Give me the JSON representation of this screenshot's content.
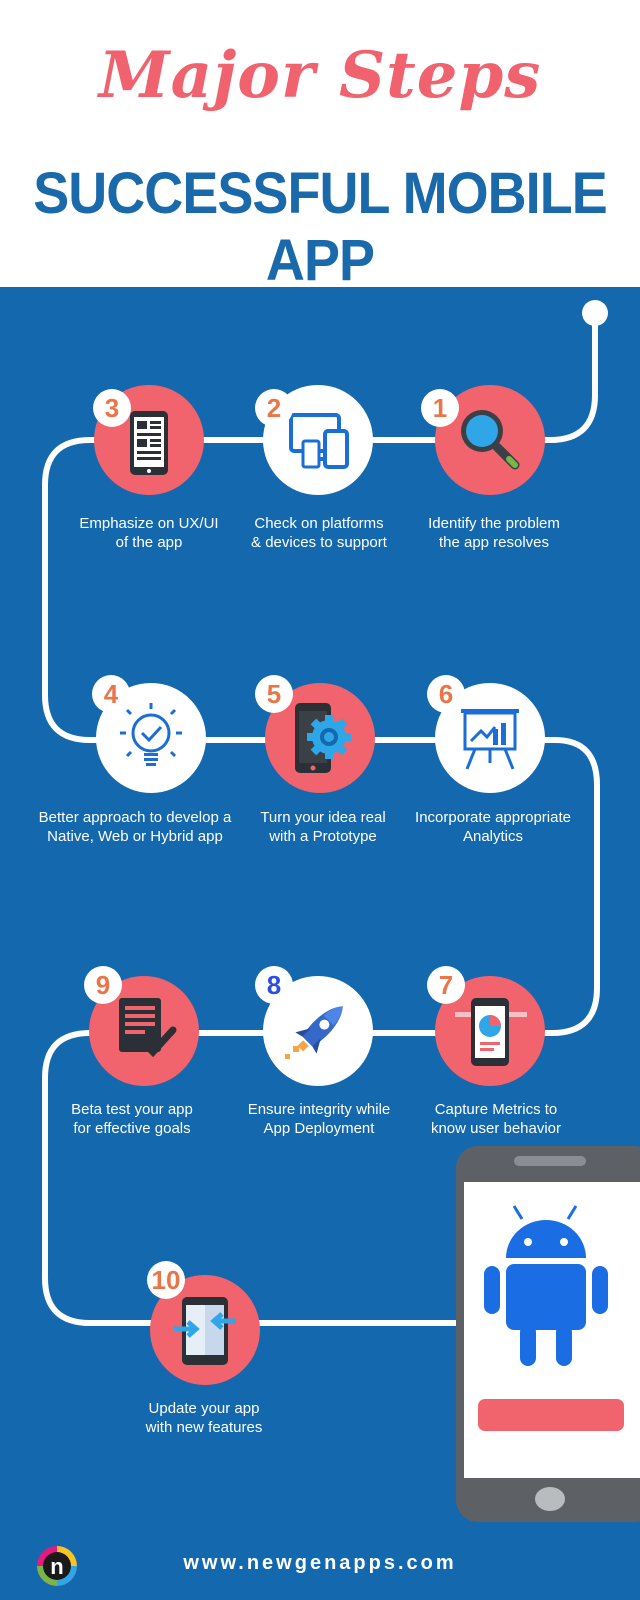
{
  "header": {
    "script_title": "Major Steps",
    "main_title": "SUCCESSFUL MOBILE APP"
  },
  "colors": {
    "pink": "#f1636d",
    "blue_panel": "#1468ae",
    "title_blue": "#1a6aab",
    "number_orange": "#e8764a",
    "number_blue": "#2b4ee6"
  },
  "steps": [
    {
      "number": "1",
      "line1": "Identify the problem",
      "line2": "the app resolves",
      "icon": "magnifier-icon"
    },
    {
      "number": "2",
      "line1": "Check on platforms",
      "line2": "& devices to support",
      "icon": "devices-icon"
    },
    {
      "number": "3",
      "line1": "Emphasize on UX/UI",
      "line2": "of the app",
      "icon": "phone-ui-icon"
    },
    {
      "number": "4",
      "line1": "Better approach to develop a",
      "line2": "Native, Web or Hybrid app",
      "icon": "lightbulb-check-icon"
    },
    {
      "number": "5",
      "line1": "Turn your idea real",
      "line2": "with a Prototype",
      "icon": "phone-gear-icon"
    },
    {
      "number": "6",
      "line1": "Incorporate appropriate",
      "line2": "Analytics",
      "icon": "chart-easel-icon"
    },
    {
      "number": "7",
      "line1": "Capture Metrics to",
      "line2": "know user behavior",
      "icon": "phone-pie-chart-icon"
    },
    {
      "number": "8",
      "line1": "Ensure integrity while",
      "line2": "App Deployment",
      "icon": "rocket-icon"
    },
    {
      "number": "9",
      "line1": "Beta test your app",
      "line2": "for effective goals",
      "icon": "document-check-icon"
    },
    {
      "number": "10",
      "line1": "Update your app",
      "line2": "with new features",
      "icon": "phone-arrows-icon"
    }
  ],
  "footer": {
    "url": "www.newgenapps.com",
    "logo_letter": "n"
  }
}
